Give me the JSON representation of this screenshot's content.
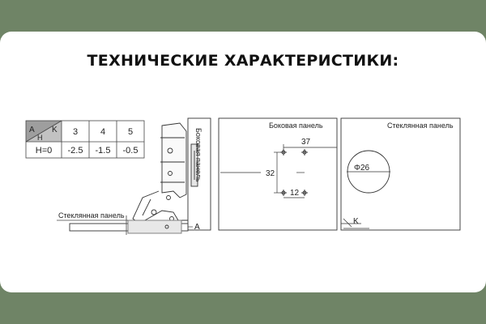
{
  "title": "ТЕХНИЧЕСКИЕ ХАРАКТЕРИСТИКИ:",
  "table": {
    "corner_a": "A",
    "corner_k": "K",
    "corner_h": "H",
    "k_values": [
      "3",
      "4",
      "5"
    ],
    "row_label": "H=0",
    "a_values": [
      "-2.5",
      "-1.5",
      "-0.5"
    ]
  },
  "side_view": {
    "side_panel_label": "Боковая панель",
    "glass_panel_label": "Стеклянная панель",
    "dim_a": "A"
  },
  "side_panel_drawing": {
    "label": "Боковая панель",
    "dim_37": "37",
    "dim_32": "32",
    "dim_12": "12"
  },
  "glass_panel_drawing": {
    "label": "Стеклянная панель",
    "dim_diameter": "Φ26",
    "dim_k": "K"
  },
  "colors": {
    "frame": "#6f8466",
    "header_cell": "#b9b9b9",
    "line": "#333333"
  }
}
